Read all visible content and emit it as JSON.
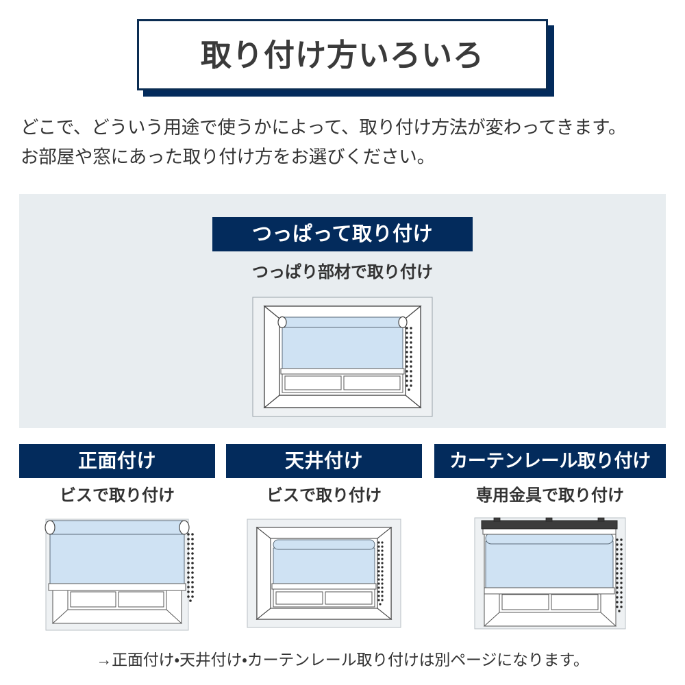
{
  "header": {
    "title": "取り付け方いろいろ"
  },
  "intro": {
    "lines": [
      "どこで、どういう用途で使うかによって、取り付け方法が変わってきます。",
      "お部屋や窓にあった取り付け方をお選びください。"
    ]
  },
  "featured": {
    "heading": "つっぱって取り付け",
    "subtitle": "つっぱり部材で取り付け",
    "illustration_name": "roller-blind-tension-mount-diagram"
  },
  "methods": [
    {
      "heading": "正面付け",
      "subtitle": "ビスで取り付け",
      "illustration_name": "roller-blind-front-mount-diagram"
    },
    {
      "heading": "天井付け",
      "subtitle": "ビスで取り付け",
      "illustration_name": "roller-blind-ceiling-mount-diagram"
    },
    {
      "heading": "カーテンレール取り付け",
      "subtitle": "専用金具で取り付け",
      "illustration_name": "roller-blind-curtain-rail-mount-diagram"
    }
  ],
  "footnote": {
    "text": "→正面付け・天井付け・カーテンレール取り付けは別ページになります。"
  },
  "colors": {
    "navy": "#032b5c",
    "panel_background": "#e8edf0",
    "text": "#333333",
    "blind_fabric": "#cfe2f3",
    "frame_line": "#444444",
    "page_background": "#ffffff"
  }
}
